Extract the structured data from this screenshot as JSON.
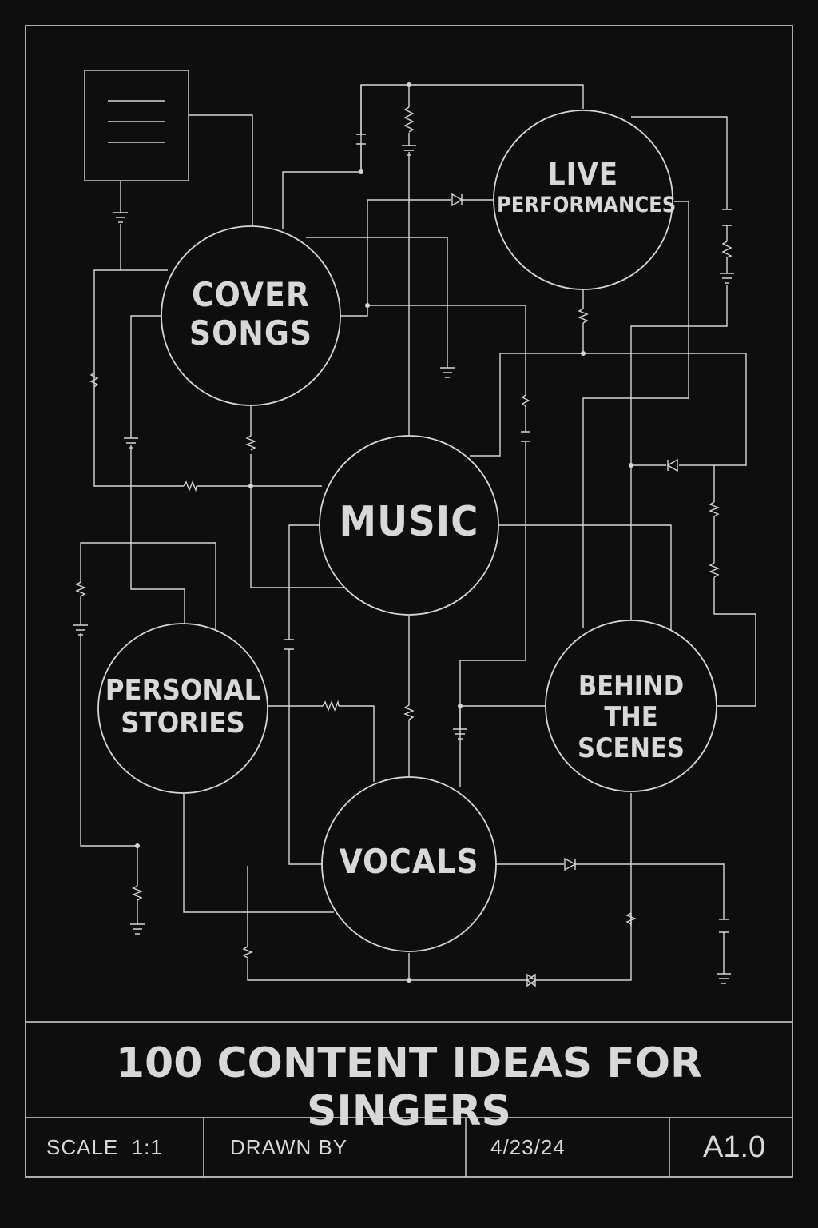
{
  "nodes": {
    "cover_songs": {
      "line1": "COVER",
      "line2": "SONGS"
    },
    "live_performances": {
      "line1": "LIVE",
      "line2": "PERFORMANCES"
    },
    "music": {
      "line1": "MUSIC"
    },
    "personal_stories": {
      "line1": "PERSONAL",
      "line2": "STORIES"
    },
    "behind_the_scenes": {
      "line1": "BEHIND",
      "line2": "THE SCENES"
    },
    "vocals": {
      "line1": "VOCALS"
    }
  },
  "title_block": {
    "title": "100 CONTENT IDEAS FOR SINGERS",
    "scale": "SCALE  1:1",
    "drawn_by": "DRAWN BY",
    "date": "4/23/24",
    "revision": "A1.0"
  },
  "colors": {
    "background": "#0e0e0e",
    "ink": "#d6d6d6"
  }
}
